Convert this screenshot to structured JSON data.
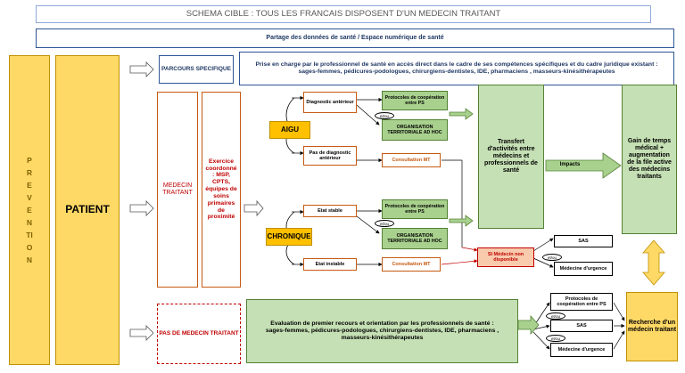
{
  "title": "SCHEMA CIBLE : TOUS LES FRANCAIS DISPOSENT D'UN MEDECIN TRAITANT",
  "shared_data": "Partage des données de santé  / Espace numérique de santé",
  "prevention": "PREVENTION",
  "patient": "PATIENT",
  "parcours": "PARCOURS SPECIFIQUE",
  "prise_en_charge": "Prise en charge par le professionnel de santé en accès direct dans le cadre de ses compétences spécifiques et du cadre juridique existant  : sages-femmes, pédicures-podologues, chirurgiens-dentistes,  IDE, pharmaciens , masseurs-kinésithérapeutes",
  "medecin_traitant": "MEDECIN TRAITANT",
  "exercice": "Exercice coordonné : MSP, CPTS, équipes de soins primaires de proximité",
  "pas_medecin": "PAS DE MEDECIN TRAITANT",
  "aigu": "AIGU",
  "chronique": "CHRONIQUE",
  "diag_anterieur": "Diagnostic antérieur",
  "pas_diag": "Pas de diagnostic antérieur",
  "etat_stable": "Etat stable",
  "etat_instable": "Etat instable",
  "protocoles": "Protocoles de coopération entre PS",
  "organisation": "ORGANISATION TERRITORIALE AD HOC",
  "consultation_mt": "Consultation MT",
  "et_ou": "et/ou",
  "transfert": "Transfert d'activités entre médecins et professionnels de santé",
  "impacts": "Impacts",
  "gain": "Gain de temps médical + augmentation de la file active des médecins traitants",
  "si_medecin": "SI Médecin non disponible",
  "sas": "SAS",
  "medecin_urgence": "Médecine d'urgence",
  "evaluation": "Evaluation  de premier recours et orientation par les professionnels de santé : sages-femmes, pédicures-podologues, chirurgiens-dentistes,  IDE, pharmaciens , masseurs-kinésithérapeutes",
  "recherche": "Recherche d'un médecin traitant",
  "colors": {
    "gold": "#ffd966",
    "orange": "#c55a11",
    "green": "#a9d18e",
    "blue": "#2f5597",
    "red": "#c00000"
  }
}
